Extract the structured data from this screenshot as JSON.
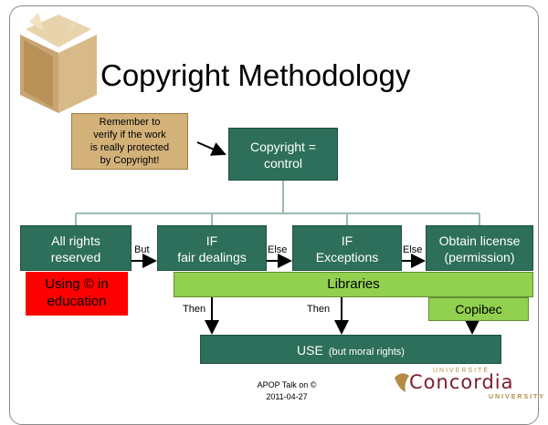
{
  "title": "Copyright Methodology",
  "note": [
    "Remember to",
    "verify if the work",
    "is really protected",
    "by Copyright!"
  ],
  "control_box": [
    "Copyright =",
    "control"
  ],
  "boxes": [
    {
      "line1": "All rights",
      "line2": "reserved"
    },
    {
      "line1": "IF",
      "line2": "fair dealings"
    },
    {
      "line1": "IF",
      "line2": "Exceptions"
    },
    {
      "line1": "Obtain license",
      "line2": "(permission)"
    }
  ],
  "connector_labels": {
    "but": "But",
    "else1": "Else",
    "else2": "Else",
    "then1": "Then",
    "then2": "Then"
  },
  "libraries": "Libraries",
  "copibec": "Copibec",
  "using_box": [
    "Using © in",
    "education"
  ],
  "use_box": {
    "main": "USE",
    "note": "(but moral rights)"
  },
  "footer": [
    "APOP Talk on ©",
    "2011-04-27"
  ],
  "logo": {
    "top": "UNIVERSITÉ",
    "name": "Concordia",
    "bottom": "UNIVERSITY"
  },
  "colors": {
    "box": "#2d6f5a",
    "note": "#d3b27a",
    "green": "#92d050",
    "red": "#ff0000",
    "logo": "#7a1e2c"
  }
}
